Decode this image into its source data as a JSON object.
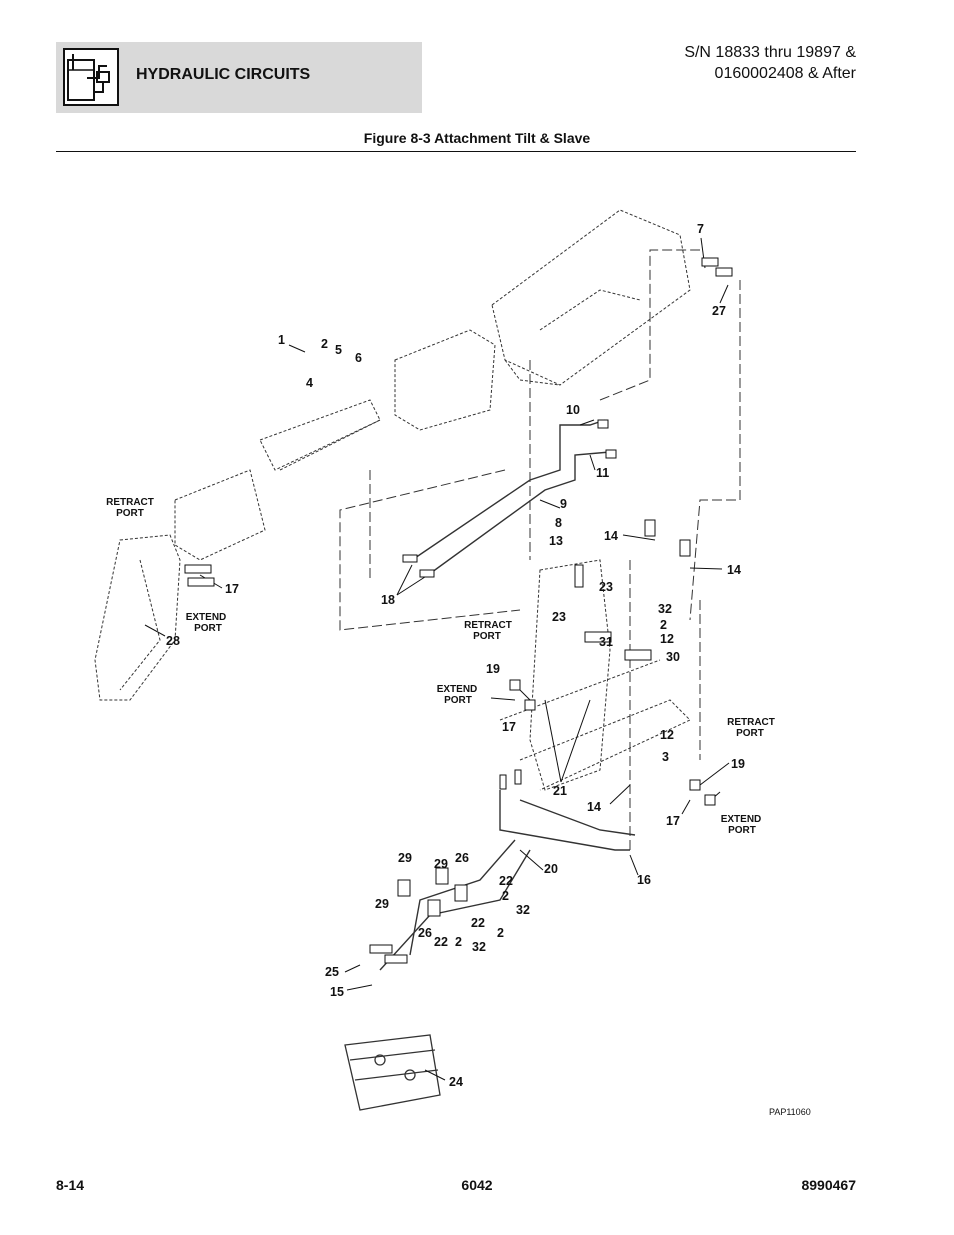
{
  "header": {
    "section_title": "HYDRAULIC CIRCUITS",
    "serial_line1": "S/N 18833 thru 19897 &",
    "serial_line2": "0160002408 & After",
    "icon": "hydraulic-reservoir-icon"
  },
  "figure": {
    "title": "Figure 8-3 Attachment Tilt & Slave",
    "code": "PAP11060",
    "callouts": {
      "c1": "1",
      "c2a": "2",
      "c4": "4",
      "c5": "5",
      "c6": "6",
      "c7": "7",
      "c27": "27",
      "c10": "10",
      "c11": "11",
      "c9": "9",
      "c8": "8",
      "c13": "13",
      "c18": "18",
      "c14a": "14",
      "c14b": "14",
      "c14c": "14",
      "c17a": "17",
      "c17b": "17",
      "c17c": "17",
      "c28": "28",
      "c23a": "23",
      "c23b": "23",
      "c31": "31",
      "c32a": "32",
      "c2b": "2",
      "c12a": "12",
      "c30": "30",
      "c12b": "12",
      "c3": "3",
      "c19a": "19",
      "c19b": "19",
      "c21": "21",
      "c20": "20",
      "c16": "16",
      "c29a": "29",
      "c29b": "29",
      "c29c": "29",
      "c26a": "26",
      "c26b": "26",
      "c22a": "22",
      "c2c": "2",
      "c32b": "32",
      "c22b": "22",
      "c2d": "2",
      "c22c": "22",
      "c2e": "2",
      "c32c": "32",
      "c25": "25",
      "c15": "15",
      "c24": "24"
    },
    "ports": {
      "retract1": "RETRACT",
      "port_r1": "PORT",
      "extend1": "EXTEND",
      "port_e1": "PORT",
      "retract2": "RETRACT",
      "port_r2": "PORT",
      "extend2": "EXTEND",
      "port_e2": "PORT",
      "retract3": "RETRACT",
      "port_r3": "PORT",
      "extend3": "EXTEND",
      "port_e3": "PORT"
    }
  },
  "footer": {
    "page": "8-14",
    "model": "6042",
    "part_number": "8990467"
  }
}
